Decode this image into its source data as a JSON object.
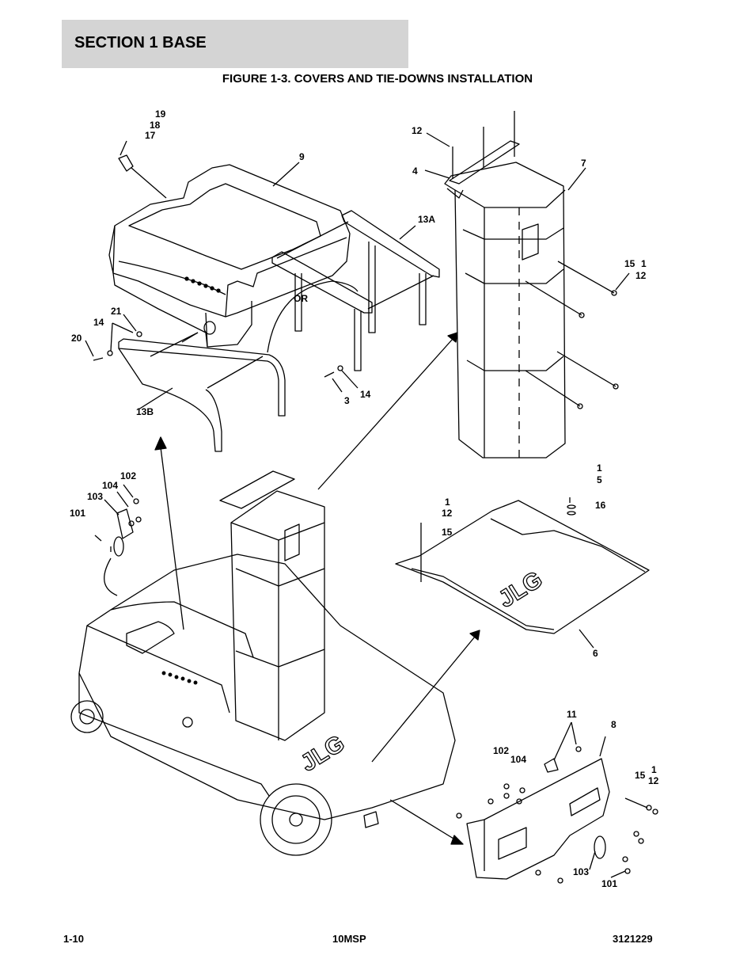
{
  "header": {
    "section": "SECTION 1  BASE"
  },
  "figure": {
    "title": "FIGURE 1-3. COVERS AND TIE-DOWNS INSTALLATION"
  },
  "callouts": {
    "c19": "19",
    "c18": "18",
    "c17": "17",
    "c9": "9",
    "c13a": "13A",
    "or": "OR",
    "c21": "21",
    "c14a": "14",
    "c20": "20",
    "c3": "3",
    "c14b": "14",
    "c13b": "13B",
    "c12a": "12",
    "c4": "4",
    "c7": "7",
    "c15a": "15",
    "c1a": "1",
    "c12b": "12",
    "c102a": "102",
    "c104a": "104",
    "c103a": "103",
    "c101a": "101",
    "c1b": "1",
    "c5": "5",
    "c16": "16",
    "c1c": "1",
    "c12c": "12",
    "c15b": "15",
    "c6": "6",
    "c11": "11",
    "c8": "8",
    "c102b": "102",
    "c104b": "104",
    "c15c": "15",
    "c1d": "1",
    "c12d": "12",
    "c103b": "103",
    "c101b": "101"
  },
  "footer": {
    "page": "1-10",
    "model": "10MSP",
    "doc_number": "3121229"
  }
}
